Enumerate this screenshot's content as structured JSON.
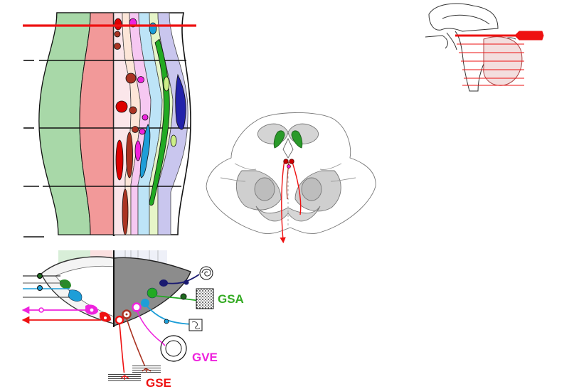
{
  "labels": {
    "gsa": "GSA",
    "gve": "GVE",
    "gse": "GSE"
  },
  "colors": {
    "gsa": "#33aa22",
    "gve": "#ee22dd",
    "gse": "#ee1111",
    "section_line": "#ee1111",
    "somatic_motor_col": "#f29999",
    "somatic_sensory_col": "#a8d8a8",
    "visceral_sensory_col": "#bbbbee",
    "special_sensory_col": "#aaddf5",
    "dark_blue": "#2222aa",
    "brown": "#aa3322",
    "dark_red": "#cc0000"
  }
}
